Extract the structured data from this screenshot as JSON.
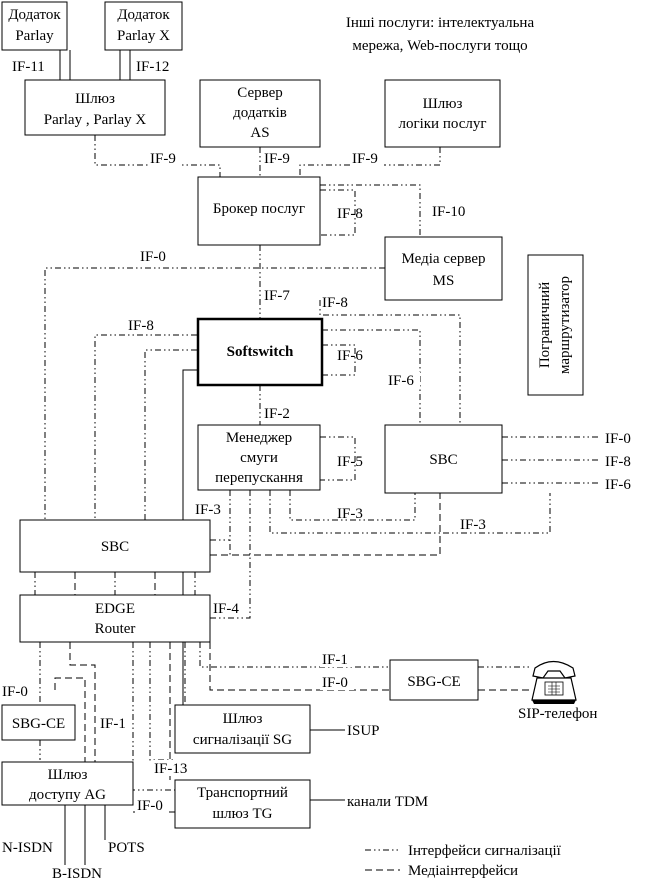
{
  "other_services": [
    "Інші послуги: інтелектуальна",
    "мережа, Web-послуги тощо"
  ],
  "boxes": {
    "parlay_app": [
      "Додаток",
      "Parlay"
    ],
    "parlayx_app": [
      "Додаток",
      "Parlay X"
    ],
    "parlay_gw": [
      "Шлюз",
      "Parlay , Parlay X"
    ],
    "as_server": [
      "Сервер",
      "додатків",
      "AS"
    ],
    "logic_gw": [
      "Шлюз",
      "логіки послуг"
    ],
    "broker": [
      "Брокер послуг"
    ],
    "media_server": [
      "Медіа сервер",
      "MS"
    ],
    "border_router": [
      "Пограничний",
      "маршрутизатор"
    ],
    "softswitch": [
      "Softswitch"
    ],
    "bw_manager": [
      "Менеджер",
      "смуги",
      "перепускання"
    ],
    "sbc_right": [
      "SBC"
    ],
    "sbc_left": [
      "SBC"
    ],
    "edge_router": [
      "EDGE",
      "Router"
    ],
    "sbg_ce_right": [
      "SBG-CE"
    ],
    "sbg_ce_left": [
      "SBG-CE"
    ],
    "sg": [
      "Шлюз",
      "сигналізації SG"
    ],
    "ag": [
      "Шлюз",
      "доступу AG"
    ],
    "tg": [
      "Транспортний",
      "шлюз TG"
    ]
  },
  "interfaces": {
    "if11": "IF-11",
    "if12": "IF-12",
    "if9a": "IF-9",
    "if9b": "IF-9",
    "if9c": "IF-9",
    "if8broker": "IF-8",
    "if10": "IF-10",
    "if0top": "IF-0",
    "if7": "IF-7",
    "if8ms": "IF-8",
    "if8ss": "IF-8",
    "if6ss": "IF-6",
    "if6sbc": "IF-6",
    "if2": "IF-2",
    "if5": "IF-5",
    "if0r": "IF-0",
    "if8r": "IF-8",
    "if6r": "IF-6",
    "if3a": "IF-3",
    "if3b": "IF-3",
    "if3c": "IF-3",
    "if4": "IF-4",
    "if1edge": "IF-1",
    "if0edge": "IF-0",
    "if0left": "IF-0",
    "if1left": "IF-1",
    "if13": "IF-13",
    "if0tg": "IF-0"
  },
  "endpoints": {
    "sip_phone": "SIP-телефон",
    "isup": "ISUP",
    "tdm": "канали TDM",
    "nisdn": "N-ISDN",
    "bisdn": "B-ISDN",
    "pots": "POTS"
  },
  "legend": {
    "signaling": "Інтерфейси сигналізації",
    "media": "Медіаінтерфейси"
  },
  "colors": {
    "line": "#000000",
    "background": "#ffffff"
  }
}
